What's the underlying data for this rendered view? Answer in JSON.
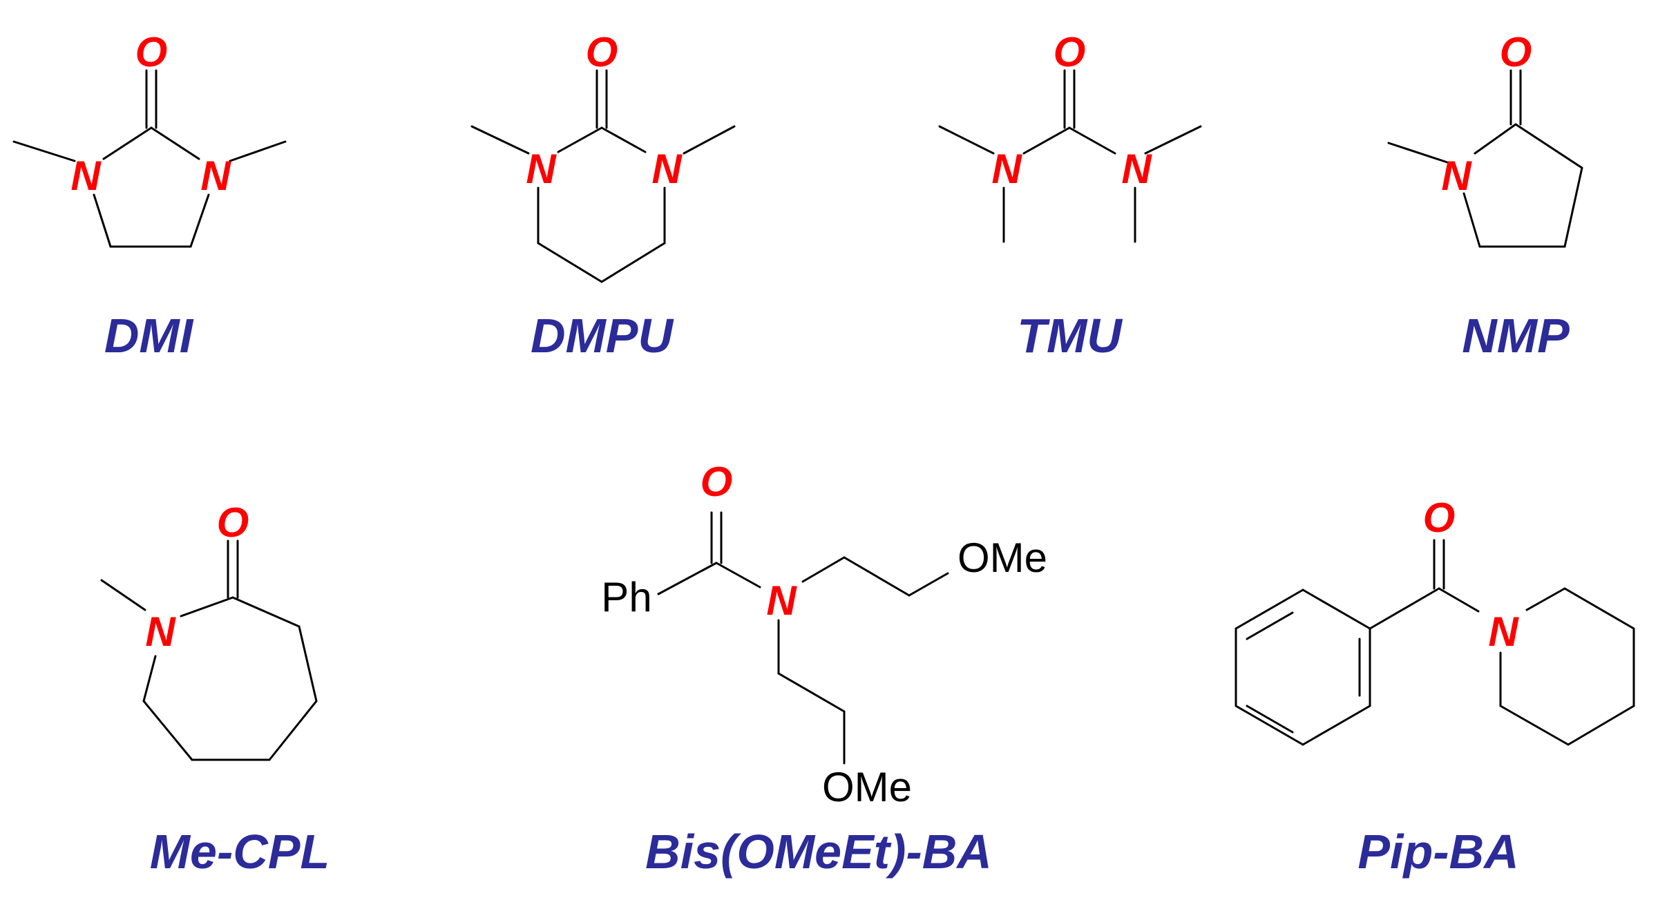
{
  "colors": {
    "heteroatom": "#ff0000",
    "label": "#2b2b9a",
    "bond": "#000000",
    "group": "#000000"
  },
  "atoms": {
    "oxygen": "O",
    "nitrogen": "N"
  },
  "groups": {
    "phenyl": "Ph",
    "methoxy": "OMe"
  },
  "molecules": [
    {
      "label": "DMI"
    },
    {
      "label": "DMPU"
    },
    {
      "label": "TMU"
    },
    {
      "label": "NMP"
    },
    {
      "label": "Me-CPL"
    },
    {
      "label": "Bis(OMeEt)-BA"
    },
    {
      "label": "Pip-BA"
    }
  ]
}
